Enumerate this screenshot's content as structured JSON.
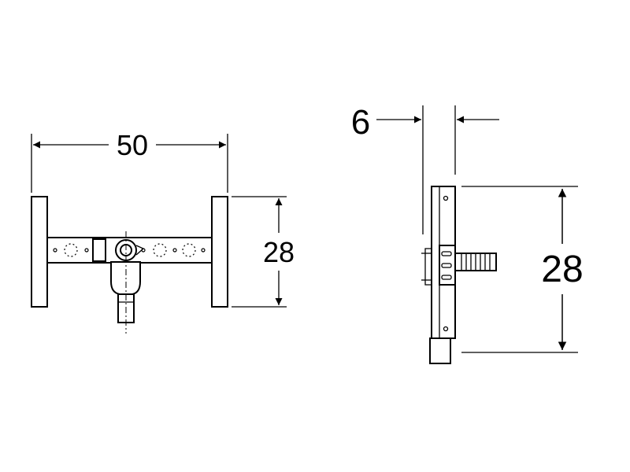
{
  "front_view": {
    "width_label": "50",
    "height_label": "28"
  },
  "side_view": {
    "depth_label": "6",
    "height_label": "28"
  },
  "colors": {
    "line": "#000000",
    "background": "#ffffff"
  }
}
